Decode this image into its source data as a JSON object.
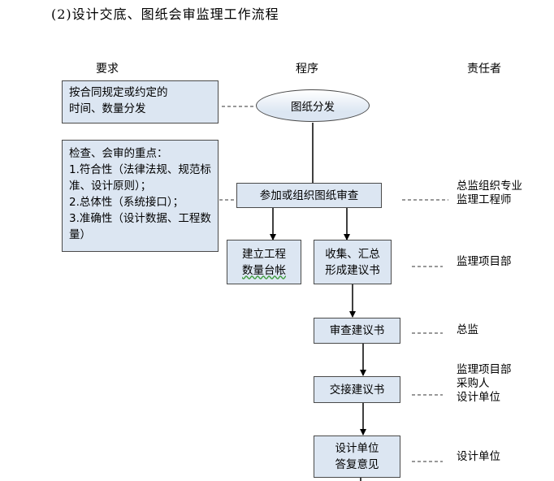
{
  "title": "(2)设计交底、图纸会审监理工作流程",
  "headers": {
    "requirements": "要求",
    "procedure": "程序",
    "responsible": "责任者"
  },
  "requirements": {
    "r1": [
      "按合同规定或约定的",
      "时间、数量分发"
    ],
    "r2": [
      "检查、会审的重点：",
      "1.符合性（法律法规、规范标",
      "准、设计原则）；",
      "2.总体性（系统接口）；",
      "3.准确性（设计数据、工程数",
      "量）"
    ]
  },
  "steps": {
    "s1": "图纸分发",
    "s2": "参加或组织图纸审查",
    "s3": [
      "建立工程",
      "数量台帐"
    ],
    "s4": [
      "收集、汇总",
      "形成建议书"
    ],
    "s5": "审查建议书",
    "s6": "交接建议书",
    "s7": [
      "设计单位",
      "答复意见"
    ]
  },
  "responsible": {
    "s2": [
      "总监组织专业",
      "监理工程师"
    ],
    "s4": [
      "监理项目部"
    ],
    "s5": [
      "总监"
    ],
    "s6": [
      "监理项目部",
      "采购人",
      "设计单位"
    ],
    "s7": [
      "设计单位"
    ]
  },
  "colors": {
    "box_fill": "#dce6f2",
    "border": "#4a4a4a"
  }
}
